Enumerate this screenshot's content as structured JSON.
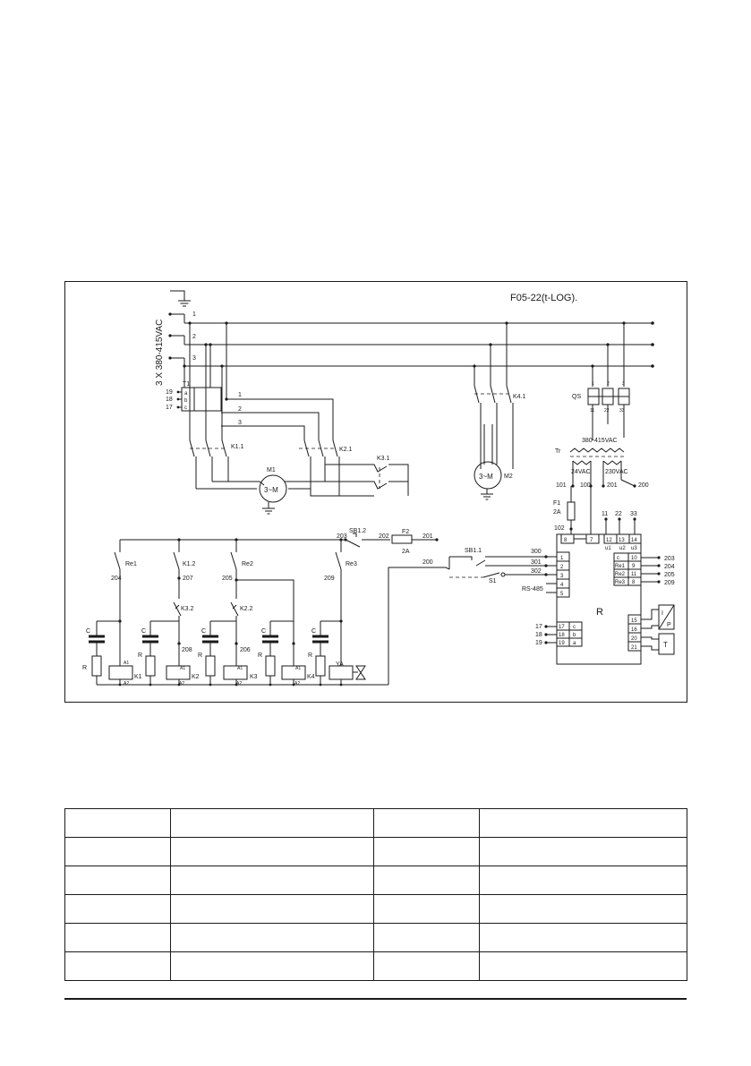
{
  "diagram": {
    "title": "F05-22(t-LOG).",
    "supply_label": "3 X 380-415VAC",
    "line_numbers": [
      "1",
      "2",
      "3"
    ],
    "transformer_t1": {
      "name": "T1",
      "terminals": [
        "19",
        "18",
        "17"
      ],
      "phases": [
        "a",
        "b",
        "c"
      ]
    },
    "cross_wires": [
      "1",
      "2",
      "3"
    ],
    "contactors": {
      "k1_1": "K1.1",
      "k2_1": "K2.1",
      "k3_1": "K3.1",
      "k4_1": "K4.1"
    },
    "motor_m1": {
      "name": "M1",
      "symbol": "3~M"
    },
    "motor_m2": {
      "name": "M2",
      "symbol": "3~M"
    },
    "qs": {
      "name": "QS",
      "top_terminals": [
        "1",
        "2",
        "3"
      ],
      "bottom_terminals": [
        "11",
        "22",
        "33"
      ]
    },
    "tr": {
      "name": "Tr",
      "primary": "380-415VAC",
      "secondary_left": "24VAC",
      "secondary_right": "230VAC",
      "wires": [
        "101",
        "100",
        "201",
        "200"
      ]
    },
    "fuse_f1": {
      "name": "F1",
      "rating": "2A",
      "wire": "102"
    },
    "fuse_f2": {
      "name": "F2",
      "rating": "2A",
      "wires": [
        "202",
        "201"
      ]
    },
    "sb1_2": {
      "name": "SB1.2",
      "wire": "203"
    },
    "sb1_1": "SB1.1",
    "s1": "S1",
    "rs485": "RS-485",
    "wire_200": "200",
    "controller": {
      "name": "R",
      "left_labels": [
        "300",
        "301",
        "302"
      ],
      "left_terminals": [
        "1",
        "2",
        "3",
        "4",
        "5"
      ],
      "top_terminals": [
        "8",
        "7",
        "12",
        "13",
        "14"
      ],
      "top_wires": [
        "11",
        "22",
        "33"
      ],
      "u_labels": [
        "u1",
        "u2",
        "u3"
      ],
      "relay_names": [
        "c",
        "Re1",
        "Re2",
        "Re3"
      ],
      "relay_terminals": [
        "10",
        "9",
        "11",
        "8"
      ],
      "relay_wires": [
        "203",
        "204",
        "205",
        "209"
      ],
      "phase_wires": [
        "17",
        "18",
        "19"
      ],
      "phase_terminals": [
        "17",
        "18",
        "19"
      ],
      "phase_letters": [
        "c",
        "b",
        "a"
      ],
      "aux_terminals": [
        "15",
        "16",
        "20",
        "21"
      ],
      "sensor_ip_top": "I",
      "sensor_ip_bottom": "P",
      "sensor_t": "T"
    },
    "control": {
      "relay_contacts": [
        "Re1",
        "K1.2",
        "Re2",
        "Re3"
      ],
      "interlock_contacts": [
        "K3.2",
        "K2.2"
      ],
      "wires": [
        "204",
        "207",
        "205",
        "209",
        "208",
        "206"
      ],
      "c_label": "C",
      "r_label": "R",
      "coils": [
        "K1",
        "K2",
        "K3",
        "K4",
        "YA"
      ],
      "a1": "A1",
      "a2": "A2"
    }
  },
  "table": {
    "rows": [
      [
        "",
        "",
        "",
        ""
      ],
      [
        "",
        "",
        "",
        ""
      ],
      [
        "",
        "",
        "",
        ""
      ],
      [
        "",
        "",
        "",
        ""
      ],
      [
        "",
        "",
        "",
        ""
      ],
      [
        "",
        "",
        "",
        ""
      ]
    ]
  }
}
